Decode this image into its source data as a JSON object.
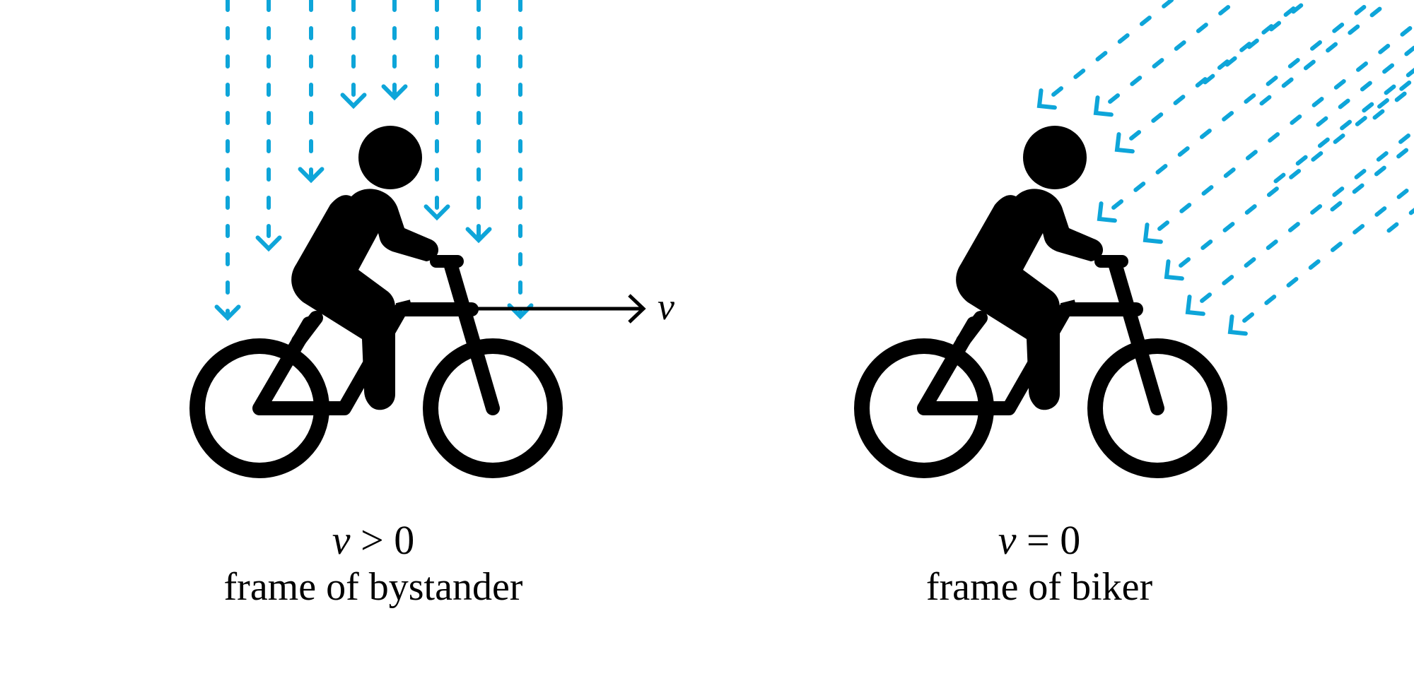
{
  "colors": {
    "rain": "#0ea5d9",
    "ink": "#000000",
    "background": "#ffffff"
  },
  "panels": [
    {
      "id": "bystander",
      "rain_direction": "vertical",
      "condition": {
        "var": "v",
        "relation": ">",
        "value": "0"
      },
      "frame_label": "frame of bystander",
      "velocity_arrow_label": "v"
    },
    {
      "id": "biker",
      "rain_direction": "diagonal",
      "condition": {
        "var": "v",
        "relation": "=",
        "value": "0"
      },
      "frame_label": "frame of biker"
    }
  ],
  "icons": [
    "cyclist-icon",
    "cyclist-icon"
  ]
}
